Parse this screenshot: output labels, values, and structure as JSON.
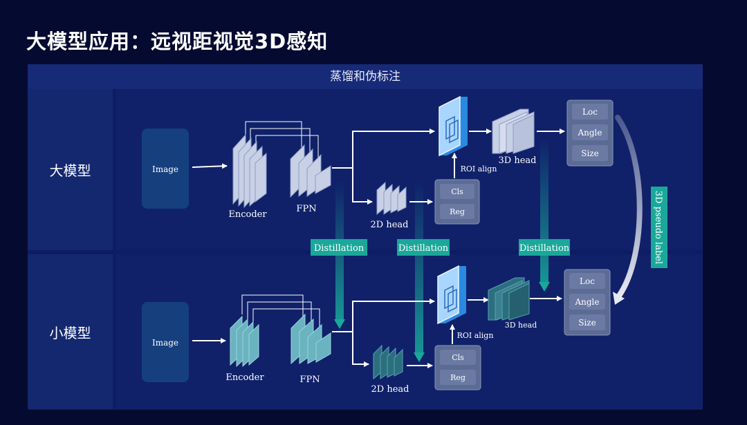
{
  "page_title": "大模型应用：远视距视觉3D感知",
  "panel_header": "蒸馏和伪标注",
  "rows": {
    "large": "大模型",
    "small": "小模型"
  },
  "large": {
    "image": "Image",
    "encoder": "Encoder",
    "fpn": "FPN",
    "head2d": "2D head",
    "cls": "Cls",
    "reg": "Reg",
    "roi_align": "ROI align",
    "head3d": "3D head",
    "loc": "Loc",
    "angle": "Angle",
    "size": "Size"
  },
  "small": {
    "image": "Image",
    "encoder": "Encoder",
    "fpn": "FPN",
    "head2d": "2D head",
    "cls": "Cls",
    "reg": "Reg",
    "roi_align": "ROI align",
    "head3d": "3D head",
    "loc": "Loc",
    "angle": "Angle",
    "size": "Size"
  },
  "distillation": [
    "Distillation",
    "Distillation",
    "Distillation"
  ],
  "pseudo_label": "3D pseudo label",
  "colors": {
    "teal": "#1aa89a",
    "large_layer": "#c8d0e6",
    "small_layer": "#6ab3c0",
    "image_box": "#163f7e",
    "output_box": "#5c6b93"
  }
}
